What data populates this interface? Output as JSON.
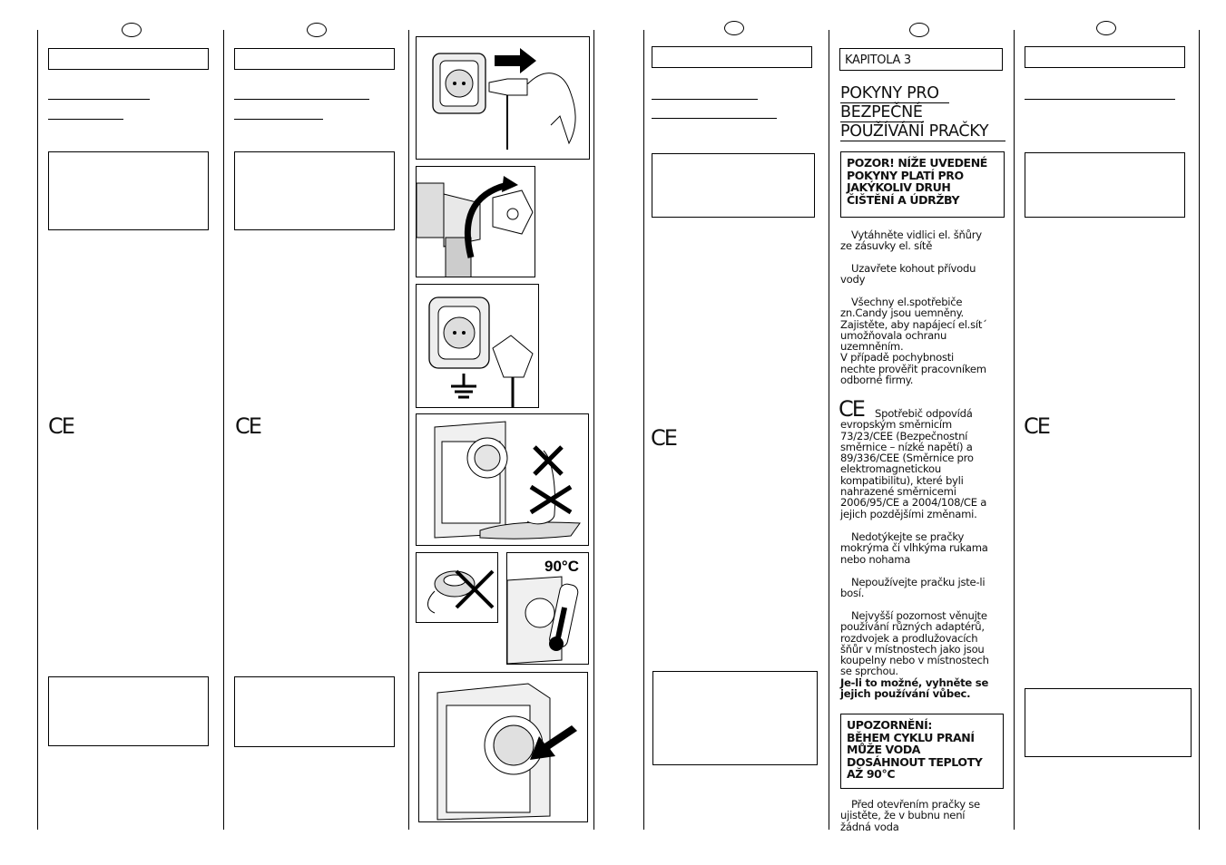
{
  "page": {
    "chapter_label": "KAPITOLA 3",
    "title_lines": [
      "POKYNY PRO",
      "BEZPEČNÉ",
      "POUŽÍVÁNÍ PRAČKY"
    ],
    "warning_box_lines": [
      "POZOR! NÍŽE UVEDENÉ",
      "POKYNY PLATÍ PRO",
      "JAKÝKOLIV DRUH",
      "ČIŠTĚNÍ A ÚDRŽBY"
    ],
    "paragraphs": [
      {
        "lines": [
          "Vytáhněte vidlici el. šňůry",
          "ze zásuvky el. sítě"
        ]
      },
      {
        "lines": [
          "Uzavřete kohout přívodu",
          "vody"
        ]
      },
      {
        "lines": [
          "Všechny el.spotřebiče",
          "zn.Candy jsou uemněny.",
          "Zajistěte, aby napájecí el.sít´",
          "umožňovala ochranu",
          "uzemněním.",
          "V případě pochybnosti",
          "nechte prověřit pracovníkem",
          "odborné firmy."
        ]
      },
      {
        "lines": [
          "Spotřebič odpovídá",
          "evropským směrnicím",
          "73/23/CEE (Bezpečnostní",
          "směrnice – nízké napětí) a",
          "89/336/CEE (Směrnice pro",
          "elektromagnetickou",
          "kompatibilitu), které byli",
          "nahrazené směrnicemi",
          "2006/95/CE a 2004/108/CE a",
          "jejich pozdějšími změnami."
        ]
      },
      {
        "lines": [
          "Nedotýkejte se pračky",
          "mokrýma či vlhkýma rukama",
          "nebo nohama"
        ]
      },
      {
        "lines": [
          "Nepoužívejte pračku jste-li",
          "bosí."
        ]
      },
      {
        "lines": [
          "Nejvyšší pozornost věnujte",
          "používání různých adaptérů,",
          "rozdvojek a prodlužovacích",
          "šňůr v místnostech jako jsou",
          "koupelny nebo v místnostech",
          "se sprchou."
        ],
        "bold_lines": [
          "Je-li to možné, vyhněte se",
          "jejich používání vůbec."
        ]
      },
      {
        "lines": [
          "Před otevřením pračky se",
          "ujistěte, že v bubnu není",
          "žádná voda"
        ]
      }
    ],
    "caution_box_lines": [
      "UPOZORNĚNÍ:",
      "BĚHEM CYKLU PRANÍ",
      "MŮŽE VODA",
      "DOSÁHNOUT TEPLOTY",
      "AŽ 90°C"
    ],
    "ce_mark": "CE",
    "temp_label": "90°C"
  }
}
